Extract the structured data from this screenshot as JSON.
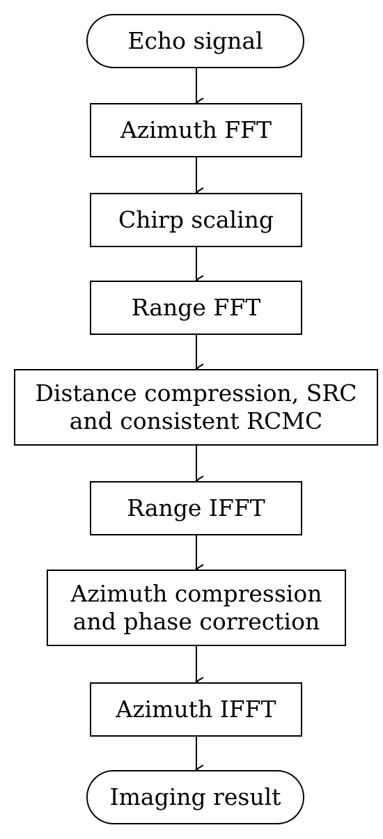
{
  "diagram": {
    "nodes": [
      {
        "id": "echo-signal",
        "lines": [
          "Echo signal"
        ],
        "shape": "terminal"
      },
      {
        "id": "azimuth-fft",
        "lines": [
          "Azimuth FFT"
        ],
        "shape": "process"
      },
      {
        "id": "chirp-scaling",
        "lines": [
          "Chirp scaling"
        ],
        "shape": "process"
      },
      {
        "id": "range-fft",
        "lines": [
          "Range FFT"
        ],
        "shape": "process"
      },
      {
        "id": "distance-compression",
        "lines": [
          "Distance compression, SRC",
          "and consistent RCMC"
        ],
        "shape": "process"
      },
      {
        "id": "range-ifft",
        "lines": [
          "Range IFFT"
        ],
        "shape": "process"
      },
      {
        "id": "azimuth-compression",
        "lines": [
          "Azimuth compression",
          "and phase correction"
        ],
        "shape": "process"
      },
      {
        "id": "azimuth-ifft",
        "lines": [
          "Azimuth IFFT"
        ],
        "shape": "process"
      },
      {
        "id": "imaging-result",
        "lines": [
          "Imaging result"
        ],
        "shape": "terminal"
      }
    ],
    "edges": [
      {
        "from": "echo-signal",
        "to": "azimuth-fft"
      },
      {
        "from": "azimuth-fft",
        "to": "chirp-scaling"
      },
      {
        "from": "chirp-scaling",
        "to": "range-fft"
      },
      {
        "from": "range-fft",
        "to": "distance-compression"
      },
      {
        "from": "distance-compression",
        "to": "range-ifft"
      },
      {
        "from": "range-ifft",
        "to": "azimuth-compression"
      },
      {
        "from": "azimuth-compression",
        "to": "azimuth-ifft"
      },
      {
        "from": "azimuth-ifft",
        "to": "imaging-result"
      }
    ],
    "colors": {
      "stroke": "#000000",
      "fill": "#ffffff",
      "text": "#000000"
    }
  }
}
